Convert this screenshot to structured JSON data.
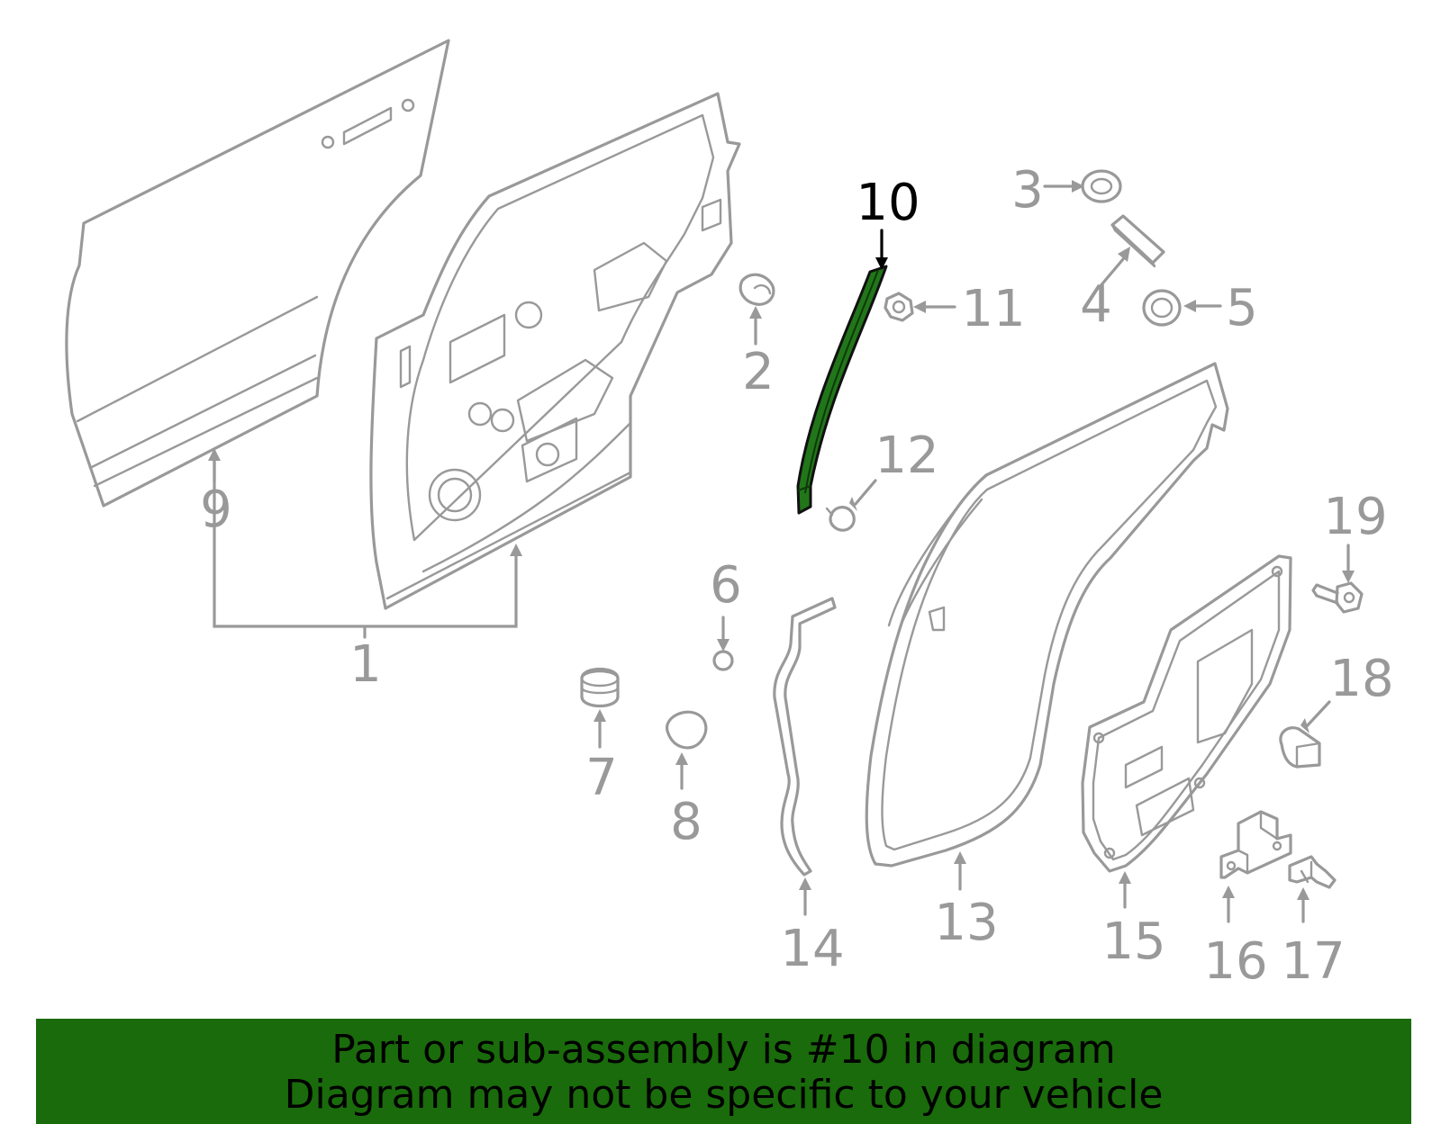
{
  "callouts": {
    "c1": "1",
    "c2": "2",
    "c3": "3",
    "c4": "4",
    "c5": "5",
    "c6": "6",
    "c7": "7",
    "c8": "8",
    "c9": "9",
    "c10": "10",
    "c11": "11",
    "c12": "12",
    "c13": "13",
    "c14": "14",
    "c15": "15",
    "c16": "16",
    "c17": "17",
    "c18": "18",
    "c19": "19"
  },
  "highlighted_part": "10",
  "colors": {
    "highlight": "#22761a",
    "banner": "#1a6b0b",
    "line": "#999999"
  },
  "banner": {
    "line1": "Part or sub-assembly is #10 in diagram",
    "line2": "Diagram may not be specific to your vehicle"
  }
}
